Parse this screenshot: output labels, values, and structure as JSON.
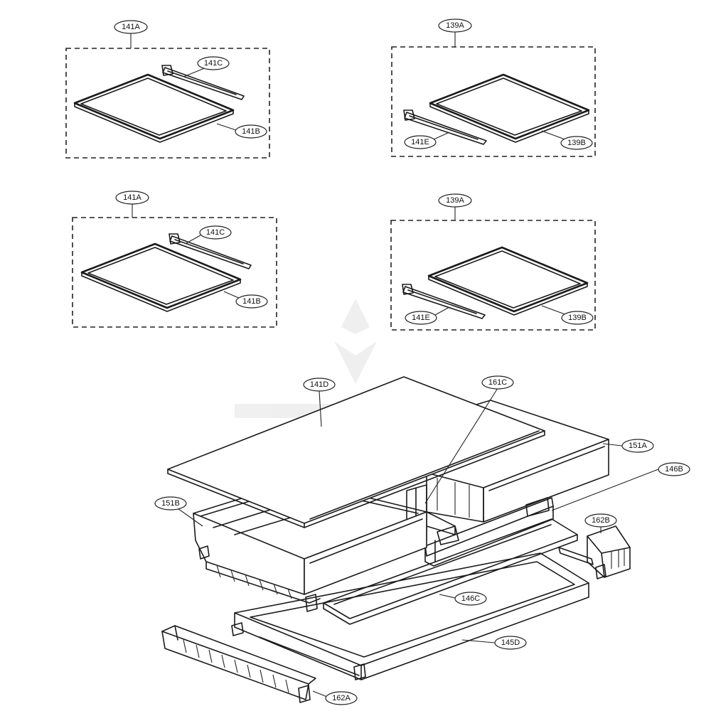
{
  "labels": {
    "g1_top": "141A",
    "g1_rail": "141C",
    "g1_shelf": "141B",
    "g2_top": "139A",
    "g2_rail": "141E",
    "g2_shelf": "139B",
    "g3_top": "141A",
    "g3_rail": "141C",
    "g3_shelf": "141B",
    "g4_top": "139A",
    "g4_rail": "141E",
    "g4_shelf": "139B",
    "cover": "141D",
    "divider": "161C",
    "drawer_right": "151A",
    "drawer_left": "151B",
    "rail_right": "146B",
    "bracket_right": "162B",
    "panel": "146C",
    "frame": "145D",
    "bracket_left": "162A"
  },
  "colors": {
    "line": "#1a1a1a",
    "watermark": "#e9e9e9"
  }
}
